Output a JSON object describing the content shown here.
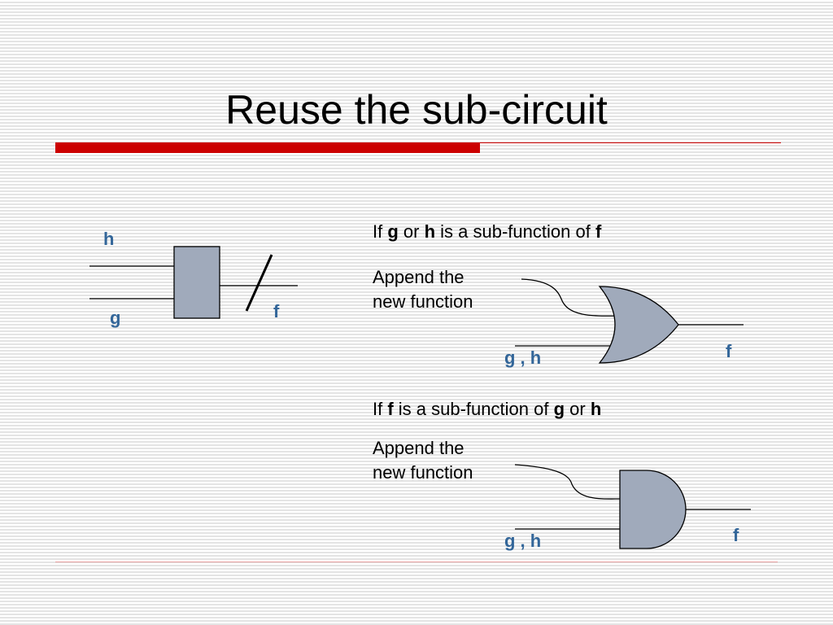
{
  "title": "Reuse the sub-circuit",
  "left_diagram": {
    "input_top": "h",
    "input_bottom": "g",
    "output": "f"
  },
  "case1": {
    "condition": {
      "p1": "If ",
      "v1": "g",
      "p2": " or ",
      "v2": "h",
      "p3": " is a sub-function of ",
      "v3": "f"
    },
    "append_line1": "Append the",
    "append_line2": "new function",
    "inputs_label": "g , h",
    "output_label": "f"
  },
  "case2": {
    "condition": {
      "p1": "If ",
      "v1": "f",
      "p2": " is a sub-function of ",
      "v2": "g",
      "p3": " or ",
      "v3": "h"
    },
    "append_line1": "Append the",
    "append_line2": "new function",
    "inputs_label": "g , h",
    "output_label": "f"
  },
  "colors": {
    "accent_red": "#cc0000",
    "label_blue": "#336699",
    "gate_fill": "#a0aabb"
  }
}
